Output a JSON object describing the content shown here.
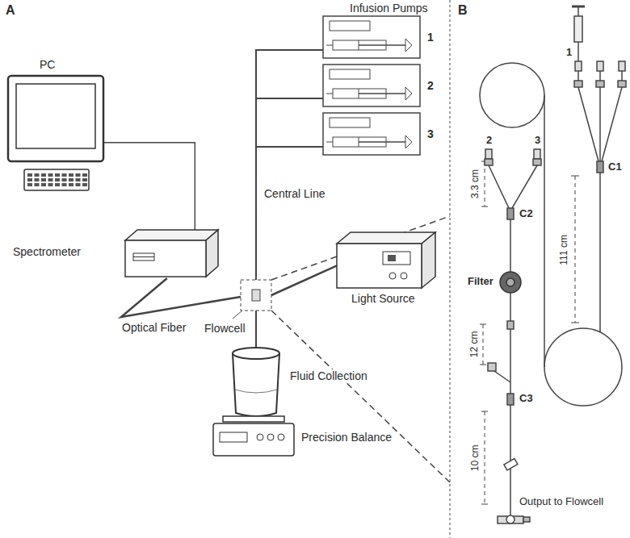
{
  "diagram": {
    "nodes": [
      {
        "text": [
          "PC"
        ]
      },
      {
        "text": [
          "Spectrometer"
        ]
      },
      {
        "text": [
          "1"
        ]
      },
      {
        "text": [
          "2"
        ]
      },
      {
        "text": [
          "3"
        ]
      },
      {
        "text": [
          "Flowcell"
        ]
      },
      {
        "text": [
          "Light Source"
        ]
      },
      {
        "text": [
          "Fluid Collection"
        ]
      },
      {
        "text": [
          "Precision Balance"
        ]
      }
    ],
    "edges": [
      {
        "from": 0,
        "to": 1,
        "arrow": "none"
      },
      {
        "from": 1,
        "to": 5,
        "arrow": "none"
      },
      {
        "from": 2,
        "to": 5,
        "arrow": "none"
      },
      {
        "from": 3,
        "to": 5,
        "arrow": "none"
      },
      {
        "from": 4,
        "to": 5,
        "arrow": "none"
      },
      {
        "from": 5,
        "to": 6,
        "arrow": "none"
      },
      {
        "from": 5,
        "to": 7,
        "arrow": "none"
      }
    ],
    "labels": [
      "A",
      "Infusion Pumps",
      "Central Line",
      "Optical Fiber",
      "B",
      "1",
      "2",
      "3",
      "C1",
      "111 cm",
      "3.3 cm",
      "C2",
      "Filter",
      "12 cm",
      "C3",
      "10 cm",
      "Output to Flowcell"
    ]
  }
}
